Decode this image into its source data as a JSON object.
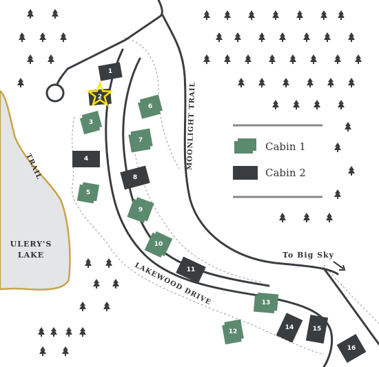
{
  "colors": {
    "cabin1": "#5c8a6e",
    "cabin2": "#3a3d40",
    "road": "#3a3d40",
    "lake_fill": "#e3e5e6",
    "lake_shore": "#c9a44a",
    "trail_dash": "#999999",
    "highlight_star": "#ffe600"
  },
  "labels": {
    "lake": [
      "ULERY'S",
      "LAKE"
    ],
    "trail": "TRAIL",
    "moonlight_trail": "MOONLIGHT TRAIL",
    "lakewood_drive": "LAKEWOOD DRIVE",
    "to_big_sky": "To Big Sky"
  },
  "legend": {
    "items": [
      {
        "type": "cabin1",
        "label": "Cabin 1"
      },
      {
        "type": "cabin2",
        "label": "Cabin 2"
      }
    ]
  },
  "cabins": [
    {
      "id": "1",
      "type": "cabin2"
    },
    {
      "id": "2",
      "type": "cabin2",
      "highlighted": true
    },
    {
      "id": "3",
      "type": "cabin1"
    },
    {
      "id": "4",
      "type": "cabin2"
    },
    {
      "id": "5",
      "type": "cabin1"
    },
    {
      "id": "6",
      "type": "cabin1"
    },
    {
      "id": "7",
      "type": "cabin1"
    },
    {
      "id": "8",
      "type": "cabin2"
    },
    {
      "id": "9",
      "type": "cabin1"
    },
    {
      "id": "10",
      "type": "cabin1"
    },
    {
      "id": "11",
      "type": "cabin2"
    },
    {
      "id": "12",
      "type": "cabin1"
    },
    {
      "id": "13",
      "type": "cabin1"
    },
    {
      "id": "14",
      "type": "cabin2"
    },
    {
      "id": "15",
      "type": "cabin2"
    },
    {
      "id": "16",
      "type": "cabin2"
    }
  ],
  "icons": {
    "tree": "pine-tree-icon",
    "star": "star-icon",
    "arrow": "arrow-icon"
  }
}
